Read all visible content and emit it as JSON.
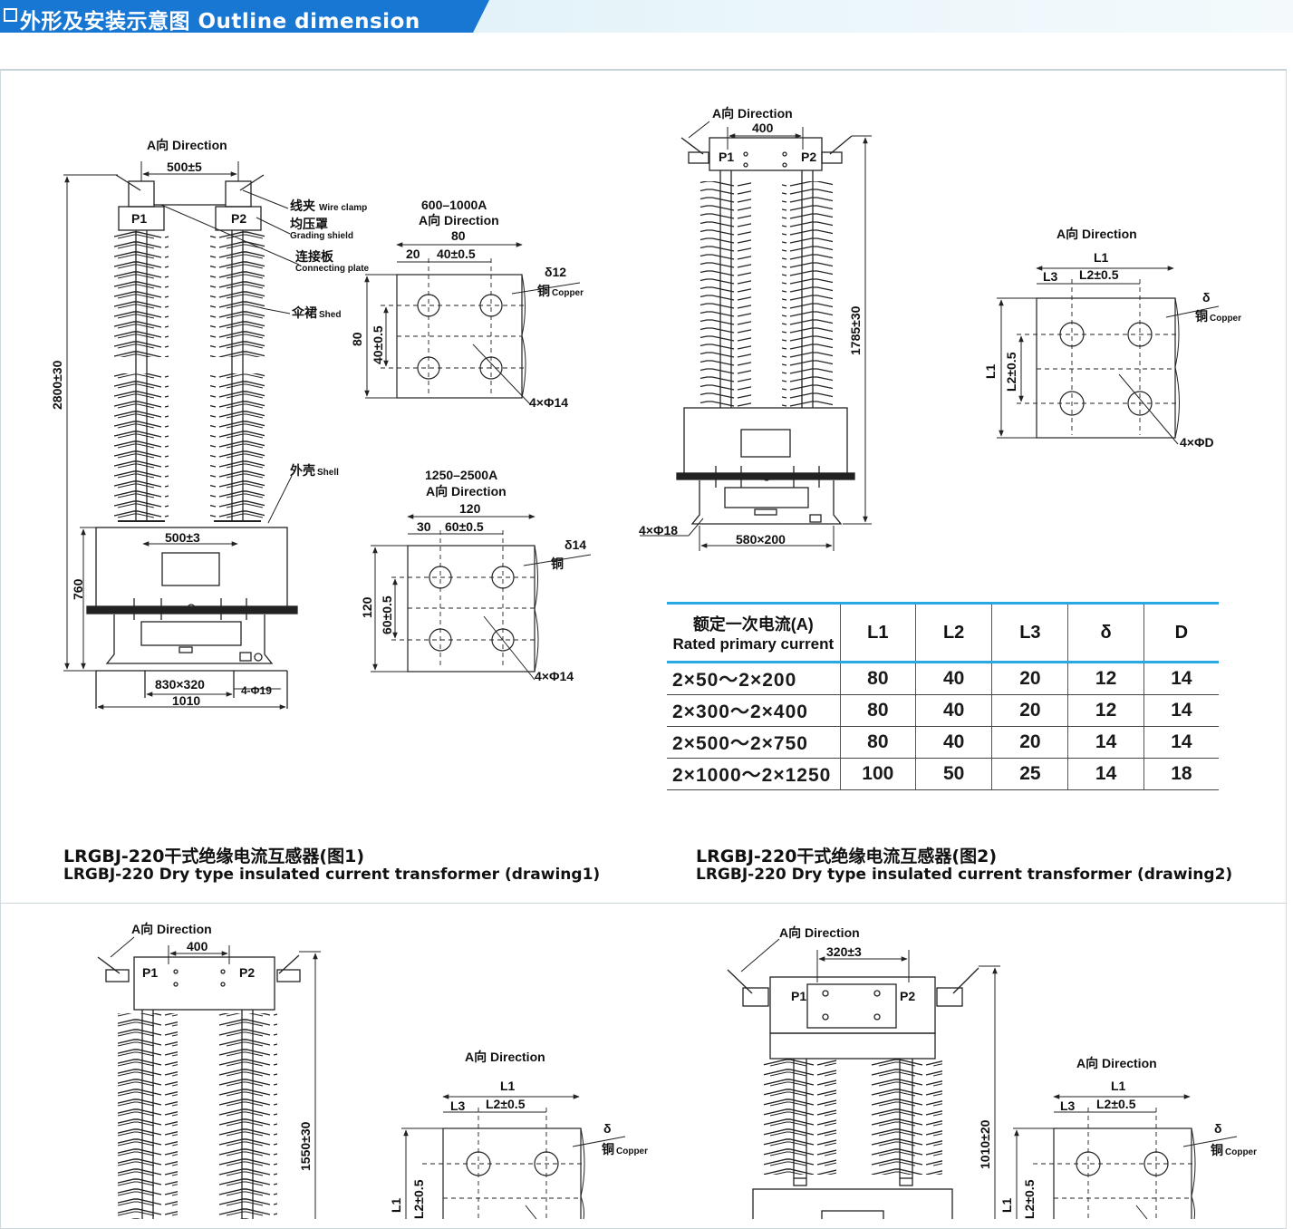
{
  "header": {
    "title": "外形及安装示意图 Outline dimension",
    "accent": "#1877d2",
    "band_color": "#d6ecf4"
  },
  "drawing1": {
    "a_direction": "A向 Direction",
    "dim_p_spacing": "500±5",
    "label_wire_clamp": "线夹",
    "label_wire_clamp_en": "Wire clamp",
    "label_grading_shield": "均压罩",
    "label_grading_shield_en": "Grading shield",
    "label_connecting_plate": "连接板",
    "label_connecting_plate_en": "Connecting plate",
    "label_shed": "伞裙",
    "label_shed_en": "Shed",
    "label_shell": "外壳",
    "label_shell_en": "Shell",
    "terminal_p1": "P1",
    "terminal_p2": "P2",
    "dim_height": "2800±30",
    "dim_base_height": "760",
    "dim_box_spacing": "500±3",
    "dim_base": "830×320",
    "dim_base_width": "1010",
    "dim_holes": "4-Φ19",
    "detail_a": {
      "current": "600–1000A",
      "direction": "A向 Direction",
      "dim_width": "80",
      "dim_l3": "20",
      "dim_l2": "40±0.5",
      "dim_height": "80",
      "dim_l2v": "40±0.5",
      "thickness": "δ12",
      "material": "铜",
      "material_en": "Copper",
      "holes": "4×Φ14"
    },
    "detail_b": {
      "current": "1250–2500A",
      "direction": "A向 Direction",
      "dim_width": "120",
      "dim_l3": "30",
      "dim_l2": "60±0.5",
      "dim_height": "120",
      "dim_l2v": "60±0.5",
      "thickness": "δ14",
      "material": "铜",
      "holes": "4×Φ14"
    },
    "caption_cn": "LRGBJ-220干式绝缘电流互感器(图1)",
    "caption_en": "LRGBJ-220 Dry type insulated current transformer (drawing1)"
  },
  "drawing2": {
    "a_direction": "A向 Direction",
    "dim_top": "400",
    "terminal_p1": "P1",
    "terminal_p2": "P2",
    "dim_height": "1785±30",
    "dim_holes": "4×Φ18",
    "dim_base": "580×200",
    "detail": {
      "direction": "A向 Direction",
      "l1": "L1",
      "l3": "L3",
      "l2": "L2±0.5",
      "thickness": "δ",
      "material": "铜",
      "material_en": "Copper",
      "holes": "4×ΦD"
    },
    "caption_cn": "LRGBJ-220干式绝缘电流互感器(图2)",
    "caption_en": "LRGBJ-220 Dry type insulated current transformer (drawing2)"
  },
  "spec_table": {
    "header_cn": "额定一次电流(A)",
    "header_en": "Rated primary current",
    "columns": [
      "L1",
      "L2",
      "L3",
      "δ",
      "D"
    ],
    "rows": [
      {
        "current": "2×50～2×200",
        "l1": "80",
        "l2": "40",
        "l3": "20",
        "delta": "12",
        "d": "14"
      },
      {
        "current": "2×300～2×400",
        "l1": "80",
        "l2": "40",
        "l3": "20",
        "delta": "12",
        "d": "14"
      },
      {
        "current": "2×500～2×750",
        "l1": "80",
        "l2": "40",
        "l3": "20",
        "delta": "14",
        "d": "14"
      },
      {
        "current": "2×1000～2×1250",
        "l1": "100",
        "l2": "50",
        "l3": "25",
        "delta": "14",
        "d": "18"
      }
    ]
  },
  "drawing3": {
    "a_direction": "A向 Direction",
    "dim_top": "400",
    "terminal_p1": "P1",
    "terminal_p2": "P2",
    "dim_height": "1550±30",
    "detail": {
      "direction": "A向 Direction",
      "l1": "L1",
      "l3": "L3",
      "l2": "L2±0.5",
      "thickness": "δ",
      "material": "铜",
      "material_en": "Copper"
    }
  },
  "drawing4": {
    "a_direction": "A向 Direction",
    "dim_top": "320±3",
    "terminal_p1": "P1",
    "terminal_p2": "P2",
    "dim_height": "1010±20",
    "detail": {
      "direction": "A向 Direction",
      "l1": "L1",
      "l3": "L3",
      "l2": "L2±0.5",
      "thickness": "δ",
      "material": "铜",
      "material_en": "Copper"
    }
  }
}
